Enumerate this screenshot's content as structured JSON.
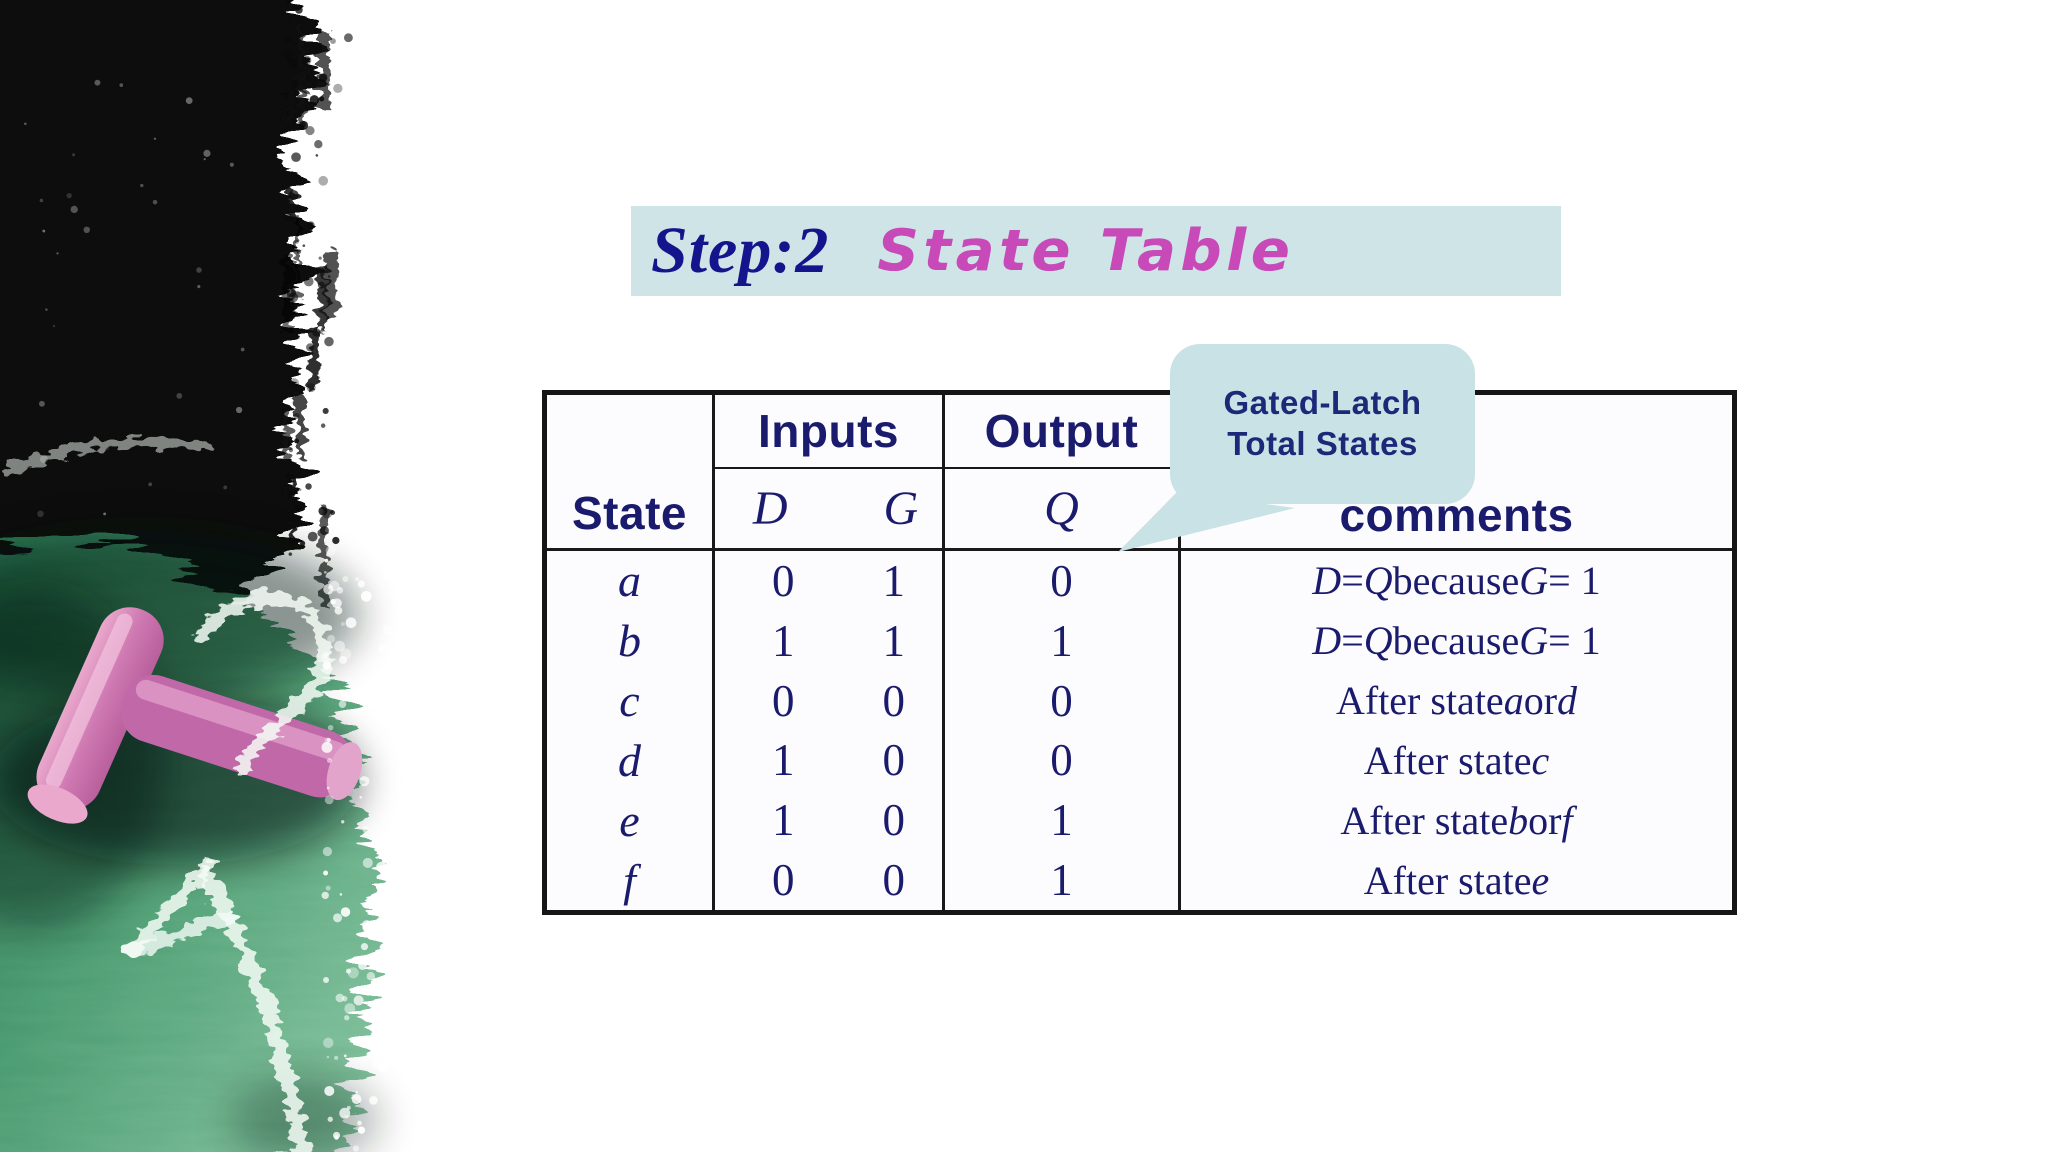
{
  "title_banner": {
    "step_label": "Step:2",
    "title": "State Table",
    "bg_color": "#cfe4e7",
    "step_color": "#14148c",
    "title_color": "#c74ab8"
  },
  "callout": {
    "lines": [
      "Gated-Latch",
      "Total States"
    ],
    "bg_color": "#c9e2e6",
    "text_color": "#1b2a78"
  },
  "table": {
    "headers": {
      "state": "State",
      "inputs": "Inputs",
      "output": "Output",
      "comments": "comments",
      "d": "D",
      "g": "G",
      "q": "Q"
    },
    "rows": [
      {
        "state": "a",
        "d": "0",
        "g": "1",
        "q": "0",
        "comment": [
          [
            "D",
            1
          ],
          [
            " ="
          ],
          [
            "Q",
            1
          ],
          [
            " because "
          ],
          [
            "G",
            1
          ],
          [
            " = 1"
          ]
        ]
      },
      {
        "state": "b",
        "d": "1",
        "g": "1",
        "q": "1",
        "comment": [
          [
            "D",
            1
          ],
          [
            " ="
          ],
          [
            "Q",
            1
          ],
          [
            " because "
          ],
          [
            "G",
            1
          ],
          [
            " = 1"
          ]
        ]
      },
      {
        "state": "c",
        "d": "0",
        "g": "0",
        "q": "0",
        "comment": [
          [
            "After state "
          ],
          [
            "a",
            1
          ],
          [
            " or "
          ],
          [
            "d",
            1
          ]
        ]
      },
      {
        "state": "d",
        "d": "1",
        "g": "0",
        "q": "0",
        "comment": [
          [
            "After state "
          ],
          [
            "c",
            1
          ]
        ]
      },
      {
        "state": "e",
        "d": "1",
        "g": "0",
        "q": "1",
        "comment": [
          [
            "After state "
          ],
          [
            "b",
            1
          ],
          [
            " or "
          ],
          [
            "f",
            1
          ]
        ]
      },
      {
        "state": "f",
        "d": "0",
        "g": "0",
        "q": "1",
        "comment": [
          [
            "After state "
          ],
          [
            "e",
            1
          ]
        ]
      }
    ]
  },
  "colors": {
    "table_text": "#1b1b6e",
    "table_border": "#161616",
    "chalkboard_green": "#57a97c",
    "chalk_pink": "#cb6fae",
    "page_background": "#ffffff"
  }
}
